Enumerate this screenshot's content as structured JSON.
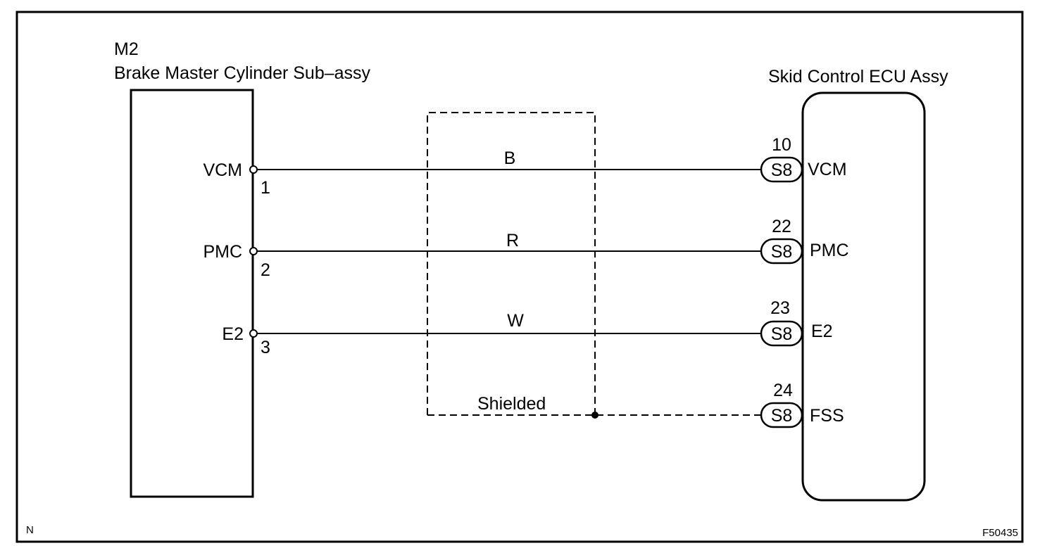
{
  "left_component": {
    "code": "M2",
    "name": "Brake Master Cylinder Sub–assy",
    "pins": [
      {
        "label": "VCM",
        "number": "1"
      },
      {
        "label": "PMC",
        "number": "2"
      },
      {
        "label": "E2",
        "number": "3"
      }
    ]
  },
  "right_component": {
    "name": "Skid Control ECU Assy",
    "pins": [
      {
        "connector": "S8",
        "number": "10",
        "label": "VCM"
      },
      {
        "connector": "S8",
        "number": "22",
        "label": "PMC"
      },
      {
        "connector": "S8",
        "number": "23",
        "label": "E2"
      },
      {
        "connector": "S8",
        "number": "24",
        "label": "FSS"
      }
    ]
  },
  "wires": [
    {
      "color": "B"
    },
    {
      "color": "R"
    },
    {
      "color": "W"
    }
  ],
  "shield": {
    "label": "Shielded"
  },
  "corner_mark": "N",
  "figure_id": "F50435"
}
